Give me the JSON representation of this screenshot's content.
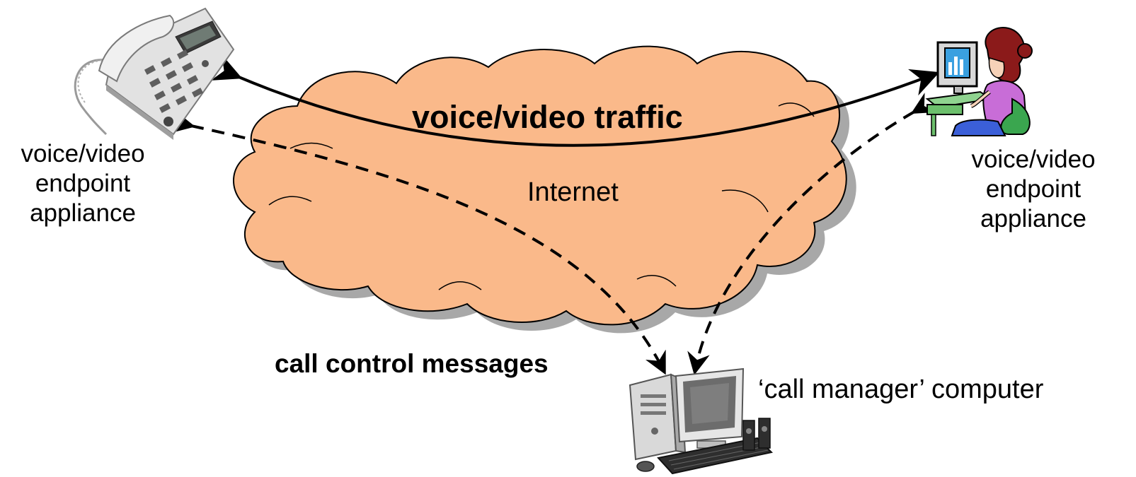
{
  "network": {
    "label": "Internet",
    "fill_color": "#FAB98A",
    "shadow_color": "#A8A8A8"
  },
  "endpoints": {
    "left": {
      "label_lines": [
        "voice/video",
        "endpoint",
        "appliance"
      ],
      "icon": "telephone-icon"
    },
    "right": {
      "label_lines": [
        "voice/video",
        "endpoint",
        "appliance"
      ],
      "icon": "person-at-computer-icon"
    }
  },
  "flows": {
    "media": {
      "label": "voice/video traffic",
      "style": "solid"
    },
    "signaling": {
      "label": "call control messages",
      "style": "dashed"
    }
  },
  "call_manager": {
    "label": "‘call manager’ computer",
    "icon": "desktop-computer-icon"
  }
}
